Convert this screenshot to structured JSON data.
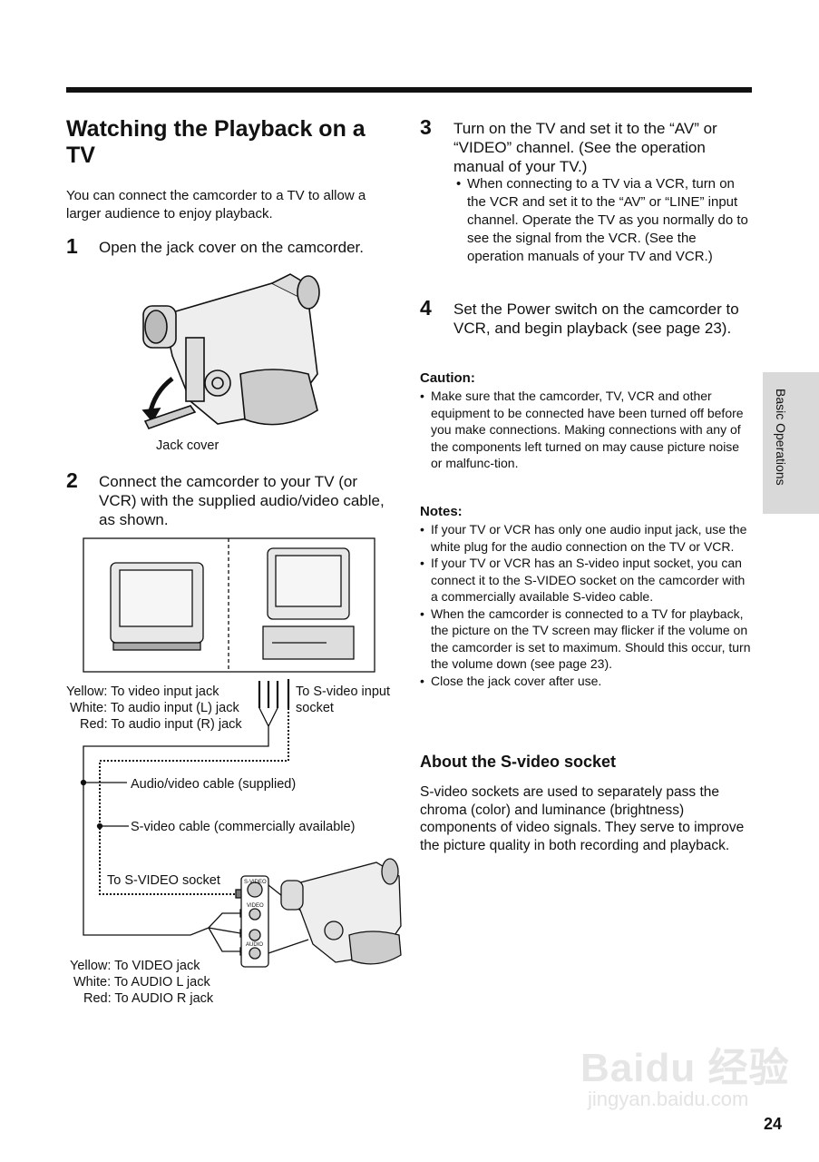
{
  "section_title": "Watching the Playback on a TV",
  "intro": "You can connect the camcorder to a TV to allow a larger audience to enjoy playback.",
  "steps": [
    {
      "num": "1",
      "text": "Open the jack cover on the camcorder."
    },
    {
      "num": "2",
      "text": "Connect the camcorder to your TV (or VCR) with the supplied audio/video cable, as shown."
    },
    {
      "num": "3",
      "text": "Turn on the TV and set it to the “AV” or “VIDEO” channel. (See the operation manual of your TV.)",
      "bullet": "When connecting to a TV via a VCR, turn on the VCR and set it to the “AV” or “LINE” input channel. Operate the TV as you normally do to see the signal from the VCR. (See the operation manuals of your TV and VCR.)"
    },
    {
      "num": "4",
      "text": "Set the Power switch on the camcorder to VCR, and begin playback (see page 23)."
    }
  ],
  "fig1": {
    "jack_cover_label": "Jack cover"
  },
  "fig2": {
    "yellow_top": "Yellow: To video input jack",
    "white_top": "White: To audio input (L) jack",
    "red_top": "Red: To audio input (R) jack",
    "svideo_top": "To S-video input socket",
    "av_cable": "Audio/video cable (supplied)",
    "s_cable": "S-video cable (commercially available)",
    "s_socket": "To S-VIDEO socket",
    "yellow_bottom": "Yellow: To VIDEO jack",
    "white_bottom": "White: To AUDIO L jack",
    "red_bottom": "Red: To AUDIO R jack",
    "panel_svideo": "S-VIDEO",
    "panel_video": "VIDEO",
    "panel_audio": "AUDIO"
  },
  "caution": {
    "heading": "Caution:",
    "items": [
      "Make sure that the camcorder, TV, VCR and other equipment to be connected have been turned off before you make connections. Making connections with any of the components left turned on may cause picture noise or malfunc-tion."
    ]
  },
  "notes": {
    "heading": "Notes:",
    "items": [
      "If your TV or VCR has only one audio input jack, use the white plug for the audio connection on the TV or VCR.",
      "If your TV or VCR has an S-video input socket, you can connect it to the S-VIDEO socket on the camcorder with a commercially available S-video cable.",
      "When the camcorder is connected to a TV for playback, the picture on the TV screen may flicker if the volume on the camcorder is set to maximum. Should this occur, turn the volume down (see page 23).",
      "Close the jack cover after use."
    ]
  },
  "svideo_section": {
    "heading": "About the S-video socket",
    "text": "S-video sockets are used to separately pass the chroma (color) and luminance (brightness) components of video signals. They serve to improve the picture quality in both recording and playback."
  },
  "side_tab": "Basic Operations",
  "page_number": "24",
  "watermark": {
    "brand": "Baidu 经验",
    "url": "jingyan.baidu.com"
  }
}
